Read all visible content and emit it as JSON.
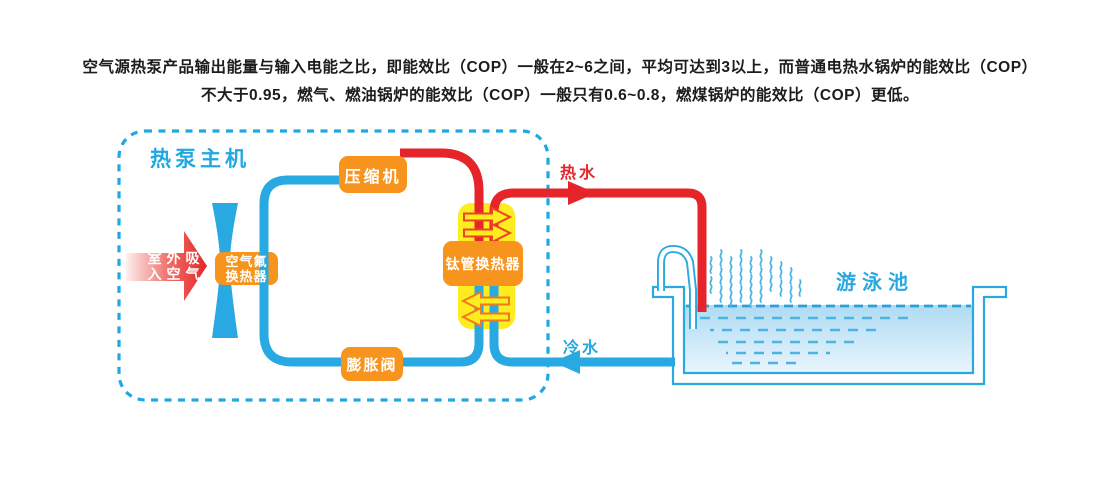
{
  "header": {
    "line1": "空气源热泵产品输出能量与输入电能之比，即能效比（COP）一般在2~6之间，平均可达到3以上，而普通电热水锅炉的能效比（COP）",
    "line2": "不大于0.95，燃气、燃油锅炉的能效比（COP）一般只有0.6~0.8，燃煤锅炉的能效比（COP）更低。"
  },
  "heat_pump_unit": {
    "title": "热泵主机",
    "air_inlet_arrow": {
      "line1": "室外吸",
      "line2": "入空气"
    },
    "compressor": "压缩机",
    "air_exchanger_line1": "空气氟",
    "air_exchanger_line2": "换热器",
    "expansion_valve": "膨胀阀",
    "titanium_exchanger": "钛管换热器"
  },
  "water_loop": {
    "hot_water": "热水",
    "cold_water": "冷水",
    "pool": "游泳池"
  },
  "colors": {
    "blue": "#29a9e1",
    "red": "#e5252a",
    "orange": "#f7941e",
    "yellow": "#fdec20",
    "pool_water_top": "#aedbf3",
    "pool_water_bottom": "#eaf6fd",
    "text": "#1c1c1c"
  }
}
